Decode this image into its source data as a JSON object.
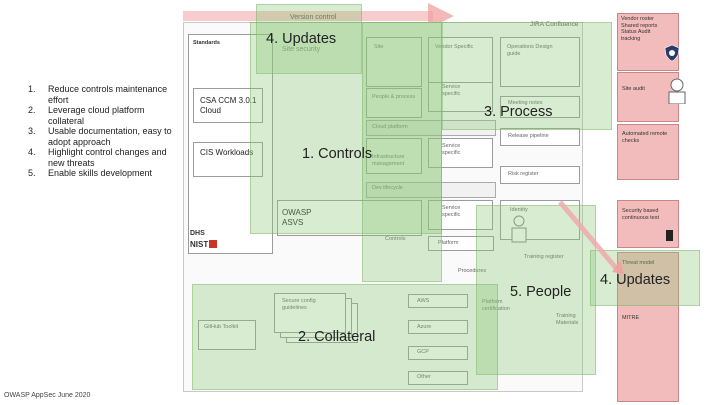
{
  "objectives": [
    {
      "num": "1.",
      "text": "Reduce controls maintenance effort"
    },
    {
      "num": "2.",
      "text": "Leverage cloud platform collateral"
    },
    {
      "num": "3.",
      "text": "Usable documentation, easy to adopt approach"
    },
    {
      "num": "4.",
      "text": "Highlight control changes and new threats"
    },
    {
      "num": "5.",
      "text": "Enable skills development"
    }
  ],
  "footer": "OWASP AppSec June 2020",
  "top": {
    "version_control": "Version control",
    "jira_confluence": "JIRA Confluence",
    "standards": "Standards",
    "nist_hidden": "NIST",
    "site_security": "Site security"
  },
  "standards": {
    "csa": "CSA CCM 3.0.1 Cloud",
    "cis": "CIS Workloads",
    "owasp": "OWASP ASVS",
    "controls": "Controls"
  },
  "middle": {
    "site": "Site",
    "vendor_specific": "Vendor Specific",
    "operations_design_guide": "Operations Design guide",
    "people_process": "People & process",
    "service_specific_1": "Service specific",
    "service_specific_2": "Service specific",
    "service_specific_3": "Service specific",
    "cloud_platform": "Cloud platform",
    "infra_mgmt": "Infrastructure management",
    "dev_lifecycle": "Dev lifecycle",
    "meeting_notes": "Meeting notes",
    "release_pipeline": "Release pipeline",
    "risk_register": "Risk register",
    "identity": "Identity",
    "platform": "Platform",
    "procedures": "Procedures",
    "training_register": "Training register",
    "platform_certification": "Platform certification",
    "training_materials": "Training Materials"
  },
  "bottom": {
    "secure_config": "Secure config guidelines",
    "github_toolkit": "GitHub Toolkit",
    "aws": "AWS",
    "azure": "Azure",
    "gcp": "GCP",
    "other": "Other"
  },
  "right": {
    "vendor_roster": "Vendor roster Shared reports Status Audit tracking",
    "site_audit": "Site audit",
    "automated_checks": "Automated remote checks",
    "security_test": "Security based continuous test",
    "threat_model": "Threat model",
    "mitre": "MITRE"
  },
  "overlays": {
    "updates_top": "4. Updates",
    "process": "3. Process",
    "controls": "1. Controls",
    "people": "5. People",
    "updates_right": "4. Updates",
    "collateral": "2. Collateral"
  },
  "logos": {
    "dhs": "DHS",
    "nist": "NIST"
  }
}
